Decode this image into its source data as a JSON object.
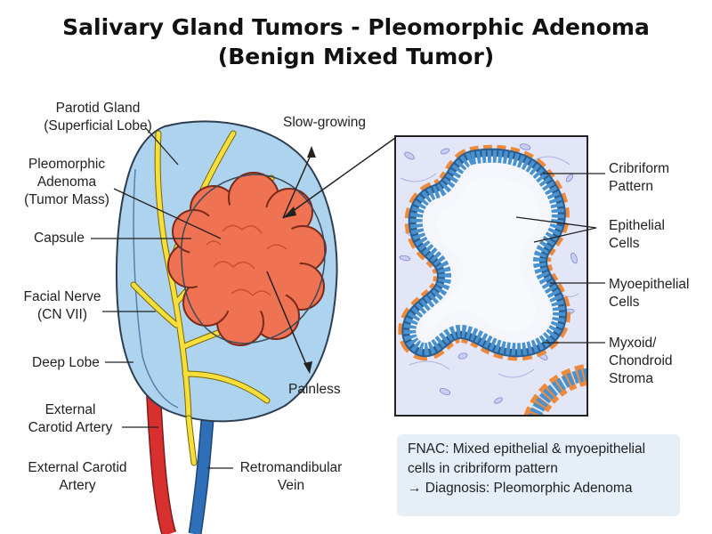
{
  "title": {
    "line1": "Salivary Gland Tumors - Pleomorphic Adenoma",
    "line2": "(Benign Mixed Tumor)"
  },
  "labels": {
    "parotid": [
      "Parotid Gland",
      "(Superficial Lobe)"
    ],
    "pleomorphic": [
      "Pleomorphic",
      "Adenoma",
      "(Tumor Mass)"
    ],
    "capsule": "Capsule",
    "facial_nerve": [
      "Facial Nerve",
      "(CN VII)"
    ],
    "deep_lobe": "Deep Lobe",
    "external_carotid_1": [
      "External",
      "Carotid Artery"
    ],
    "external_carotid_2": [
      "External Carotid",
      "Artery"
    ],
    "retromandibular": [
      "Retromandibular",
      "Vein"
    ],
    "slow_growing": "Slow-growing",
    "painless": "Painless",
    "cribriform": [
      "Cribriform",
      "Pattern"
    ],
    "epithelial": [
      "Epithelial",
      "Cells"
    ],
    "myoepithelial": [
      "Myoepithelial",
      "Cells"
    ],
    "stroma": [
      "Myxoid/",
      "Chondroid",
      "Stroma"
    ]
  },
  "fnac": {
    "line1": "FNAC: Mixed epithelial & myoepithelial",
    "line2": "cells in cribriform pattern",
    "line3": "→ Diagnosis: Pleomorphic Adenoma"
  },
  "colors": {
    "gland": "#aed3ef",
    "tumor": "#ef7252",
    "nerve": "#f6df3c",
    "artery": "#d8302f",
    "vein": "#2f6fb8",
    "epithelium": "#4a92cf",
    "myoepithelium": "#ef8a3a",
    "stroma": "#e3e6f6"
  }
}
